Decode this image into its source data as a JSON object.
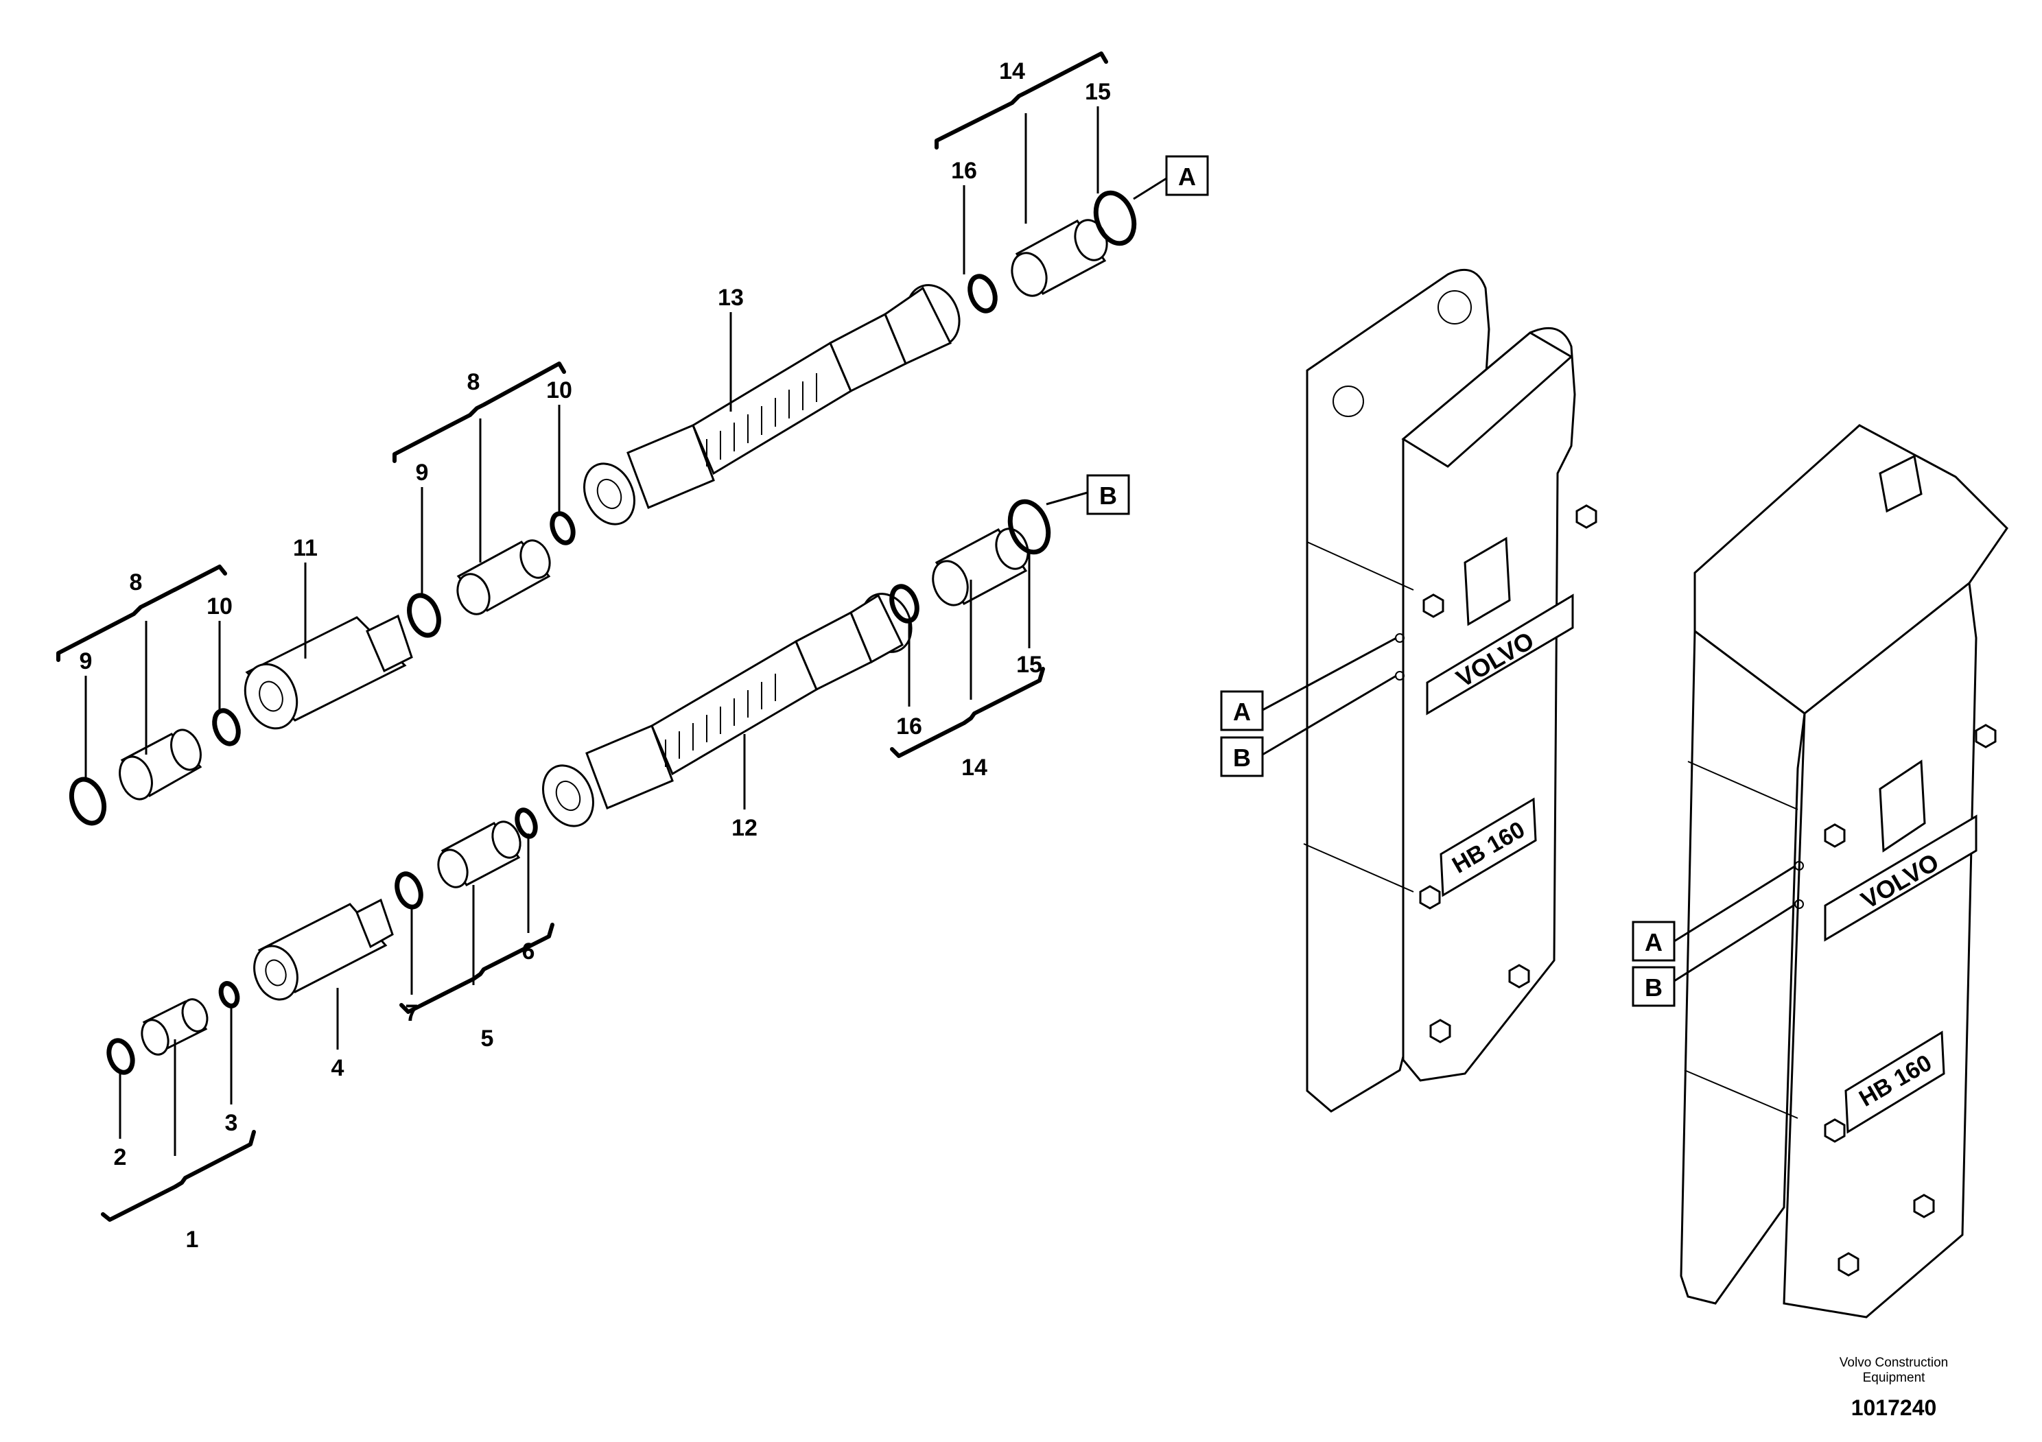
{
  "callouts": {
    "n1": "1",
    "n2": "2",
    "n3": "3",
    "n4": "4",
    "n5": "5",
    "n6": "6",
    "n7": "7",
    "n8a": "8",
    "n8b": "8",
    "n9a": "9",
    "n9b": "9",
    "n10a": "10",
    "n10b": "10",
    "n11": "11",
    "n12": "12",
    "n13": "13",
    "n14a": "14",
    "n14b": "14",
    "n15a": "15",
    "n15b": "15",
    "n16a": "16",
    "n16b": "16"
  },
  "port_labels": {
    "a_top": "A",
    "b_top": "B",
    "a_mid": "A",
    "b_mid": "B",
    "a_low": "A",
    "b_low": "B"
  },
  "housing_text": {
    "brand_1": "VOLVO",
    "model_1": "HB 160",
    "brand_2": "VOLVO",
    "model_2": "HB 160"
  },
  "footer": {
    "company_line1": "Volvo Construction",
    "company_line2": "Equipment",
    "doc_number": "1017240"
  }
}
